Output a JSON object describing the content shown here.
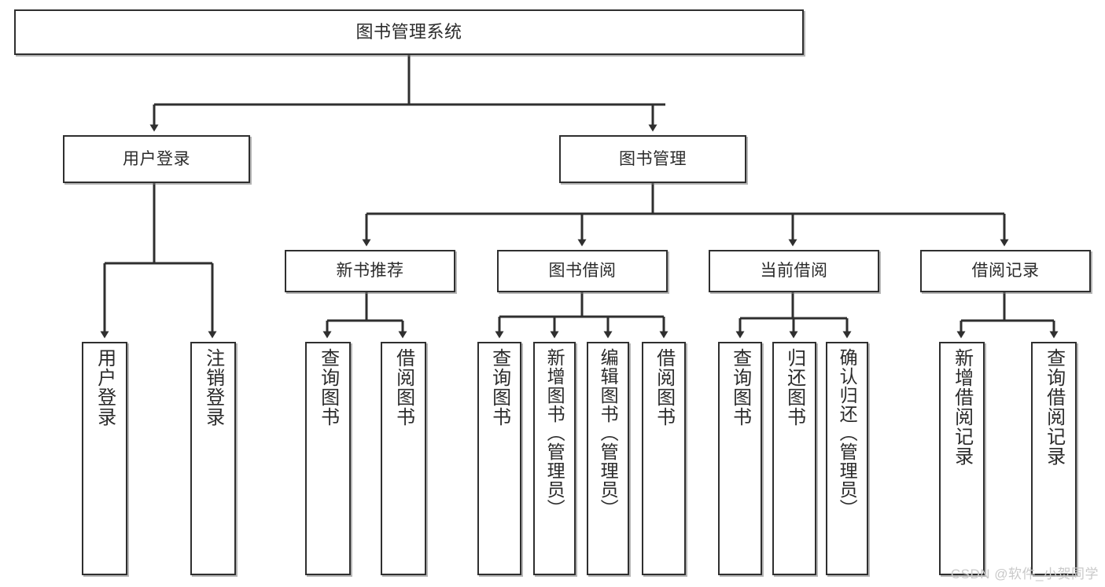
{
  "diagram": {
    "title": "图书管理系统",
    "watermark": "CSDN @软件_小贺同学",
    "colors": {
      "border": "#2f2f2f",
      "fill": "#ffffff",
      "connector": "#2f2f2f",
      "watermark": "#c9c9c9"
    },
    "root": {
      "label": "图书管理系统"
    },
    "level2": [
      {
        "label": "用户登录"
      },
      {
        "label": "图书管理"
      }
    ],
    "level3": [
      {
        "label": "新书推荐"
      },
      {
        "label": "图书借阅"
      },
      {
        "label": "当前借阅"
      },
      {
        "label": "借阅记录"
      }
    ],
    "leaves": {
      "user_login": [
        {
          "label": "用户登录"
        },
        {
          "label": "注销登录"
        }
      ],
      "new_book_recommend": [
        {
          "label": "查询图书"
        },
        {
          "label": "借阅图书"
        }
      ],
      "book_borrow": [
        {
          "label": "查询图书"
        },
        {
          "label": "新增图书（管理员）"
        },
        {
          "label": "编辑图书（管理员）"
        },
        {
          "label": "借阅图书"
        }
      ],
      "current_borrow": [
        {
          "label": "查询图书"
        },
        {
          "label": "归还图书"
        },
        {
          "label": "确认归还（管理员）"
        }
      ],
      "borrow_record": [
        {
          "label": "新增借阅记录"
        },
        {
          "label": "查询借阅记录"
        }
      ]
    }
  },
  "chart_data": {
    "type": "table",
    "title": "图书管理系统 功能结构图",
    "structure": [
      {
        "level": 1,
        "label": "图书管理系统",
        "children": [
          {
            "level": 2,
            "label": "用户登录",
            "children": [
              {
                "level": 3,
                "label": "用户登录"
              },
              {
                "level": 3,
                "label": "注销登录"
              }
            ]
          },
          {
            "level": 2,
            "label": "图书管理",
            "children": [
              {
                "level": 3,
                "label": "新书推荐",
                "children": [
                  {
                    "level": 4,
                    "label": "查询图书"
                  },
                  {
                    "level": 4,
                    "label": "借阅图书"
                  }
                ]
              },
              {
                "level": 3,
                "label": "图书借阅",
                "children": [
                  {
                    "level": 4,
                    "label": "查询图书"
                  },
                  {
                    "level": 4,
                    "label": "新增图书（管理员）"
                  },
                  {
                    "level": 4,
                    "label": "编辑图书（管理员）"
                  },
                  {
                    "level": 4,
                    "label": "借阅图书"
                  }
                ]
              },
              {
                "level": 3,
                "label": "当前借阅",
                "children": [
                  {
                    "level": 4,
                    "label": "查询图书"
                  },
                  {
                    "level": 4,
                    "label": "归还图书"
                  },
                  {
                    "level": 4,
                    "label": "确认归还（管理员）"
                  }
                ]
              },
              {
                "level": 3,
                "label": "借阅记录",
                "children": [
                  {
                    "level": 4,
                    "label": "新增借阅记录"
                  },
                  {
                    "level": 4,
                    "label": "查询借阅记录"
                  }
                ]
              }
            ]
          }
        ]
      }
    ]
  }
}
